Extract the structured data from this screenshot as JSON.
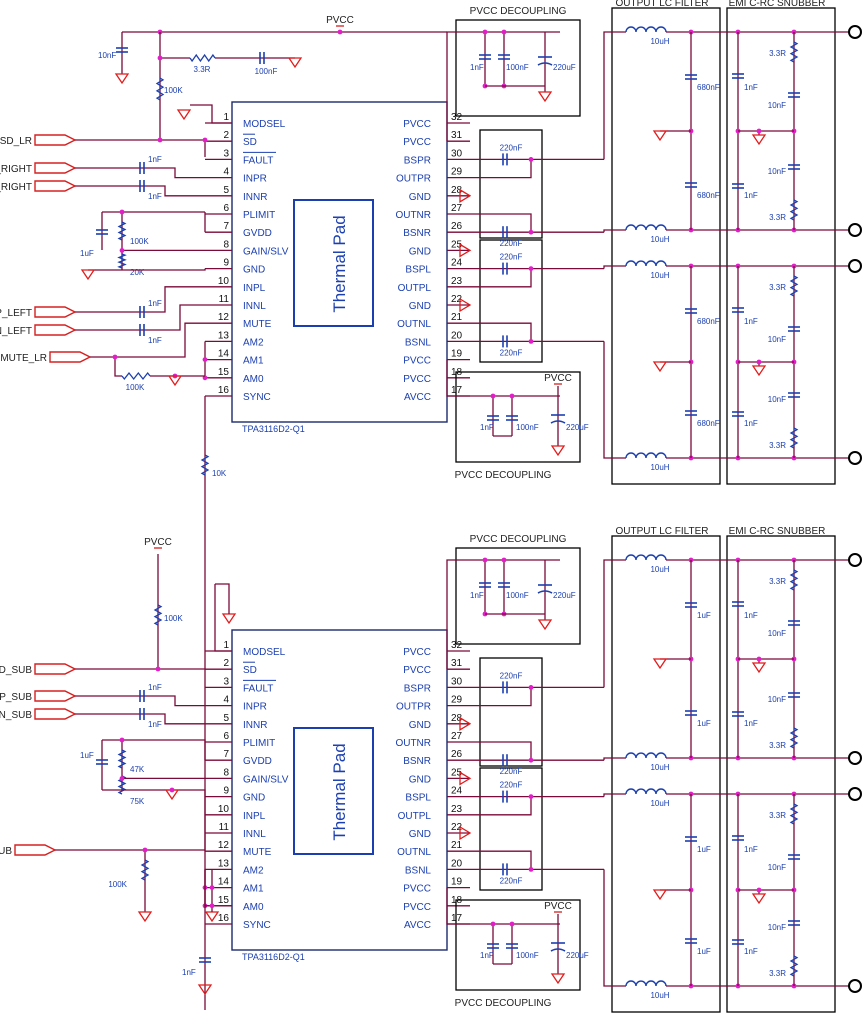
{
  "colors": {
    "wire": "#7a0a3a",
    "component": "#1b3fb0",
    "label_blue": "#1b3fb0",
    "ground": "#e21b1b",
    "connector": "#d62020",
    "junction": "#e21ec8",
    "box": "#000000"
  },
  "chips": [
    {
      "name": "TPA3116D2-Q1",
      "pad_label": "Thermal Pad",
      "left_pins": [
        {
          "num": "1",
          "name": "MODSEL"
        },
        {
          "num": "2",
          "name": "SD"
        },
        {
          "num": "3",
          "name": "FAULT"
        },
        {
          "num": "4",
          "name": "INPR"
        },
        {
          "num": "5",
          "name": "INNR"
        },
        {
          "num": "6",
          "name": "PLIMIT"
        },
        {
          "num": "7",
          "name": "GVDD"
        },
        {
          "num": "8",
          "name": "GAIN/SLV"
        },
        {
          "num": "9",
          "name": "GND"
        },
        {
          "num": "10",
          "name": "INPL"
        },
        {
          "num": "11",
          "name": "INNL"
        },
        {
          "num": "12",
          "name": "MUTE"
        },
        {
          "num": "13",
          "name": "AM2"
        },
        {
          "num": "14",
          "name": "AM1"
        },
        {
          "num": "15",
          "name": "AM0"
        },
        {
          "num": "16",
          "name": "SYNC"
        }
      ],
      "right_pins": [
        {
          "num": "32",
          "name": "PVCC"
        },
        {
          "num": "31",
          "name": "PVCC"
        },
        {
          "num": "30",
          "name": "BSPR"
        },
        {
          "num": "29",
          "name": "OUTPR"
        },
        {
          "num": "28",
          "name": "GND"
        },
        {
          "num": "27",
          "name": "OUTNR"
        },
        {
          "num": "26",
          "name": "BSNR"
        },
        {
          "num": "25",
          "name": "GND"
        },
        {
          "num": "24",
          "name": "BSPL"
        },
        {
          "num": "23",
          "name": "OUTPL"
        },
        {
          "num": "22",
          "name": "GND"
        },
        {
          "num": "21",
          "name": "OUTNL"
        },
        {
          "num": "20",
          "name": "BSNL"
        },
        {
          "num": "19",
          "name": "PVCC"
        },
        {
          "num": "18",
          "name": "PVCC"
        },
        {
          "num": "17",
          "name": "AVCC"
        }
      ],
      "inputs": [
        "SD_LR",
        "IN_P_RIGHT",
        "IN_N_RIGHT",
        "IN_P_LEFT",
        "IN_N_LEFT",
        "MUTE_LR"
      ],
      "resistors": [
        "100K",
        "100K",
        "20K",
        "100K",
        "3.3R"
      ],
      "caps": [
        "10nF",
        "100nF",
        "1nF",
        "1nF",
        "1uF",
        "1nF",
        "1nF"
      ],
      "filter_caps": [
        "680nF",
        "680nF",
        "680nF",
        "680nF"
      ]
    },
    {
      "name": "TPA3116D2-Q1",
      "pad_label": "Thermal Pad",
      "left_pins": [
        {
          "num": "1",
          "name": "MODSEL"
        },
        {
          "num": "2",
          "name": "SD"
        },
        {
          "num": "3",
          "name": "FAULT"
        },
        {
          "num": "4",
          "name": "INPR"
        },
        {
          "num": "5",
          "name": "INNR"
        },
        {
          "num": "6",
          "name": "PLIMIT"
        },
        {
          "num": "7",
          "name": "GVDD"
        },
        {
          "num": "8",
          "name": "GAIN/SLV"
        },
        {
          "num": "9",
          "name": "GND"
        },
        {
          "num": "10",
          "name": "INPL"
        },
        {
          "num": "11",
          "name": "INNL"
        },
        {
          "num": "12",
          "name": "MUTE"
        },
        {
          "num": "13",
          "name": "AM2"
        },
        {
          "num": "14",
          "name": "AM1"
        },
        {
          "num": "15",
          "name": "AM0"
        },
        {
          "num": "16",
          "name": "SYNC"
        }
      ],
      "right_pins": [
        {
          "num": "32",
          "name": "PVCC"
        },
        {
          "num": "31",
          "name": "PVCC"
        },
        {
          "num": "30",
          "name": "BSPR"
        },
        {
          "num": "29",
          "name": "OUTPR"
        },
        {
          "num": "28",
          "name": "GND"
        },
        {
          "num": "27",
          "name": "OUTNR"
        },
        {
          "num": "26",
          "name": "BSNR"
        },
        {
          "num": "25",
          "name": "GND"
        },
        {
          "num": "24",
          "name": "BSPL"
        },
        {
          "num": "23",
          "name": "OUTPL"
        },
        {
          "num": "22",
          "name": "GND"
        },
        {
          "num": "21",
          "name": "OUTNL"
        },
        {
          "num": "20",
          "name": "BSNL"
        },
        {
          "num": "19",
          "name": "PVCC"
        },
        {
          "num": "18",
          "name": "PVCC"
        },
        {
          "num": "17",
          "name": "AVCC"
        }
      ],
      "inputs": [
        "SD_SUB",
        "IN_P_SUB",
        "IN_N_SUB",
        "MUTE_SUB"
      ],
      "resistors": [
        "100K",
        "47K",
        "75K",
        "100K"
      ],
      "caps": [
        "1nF",
        "1nF",
        "1uF",
        "1nF"
      ],
      "filter_caps": [
        "1uF",
        "1uF",
        "1uF",
        "1uF"
      ]
    }
  ],
  "labels": {
    "pvcc": "PVCC",
    "pvcc_decoupling": "PVCC DECOUPLING",
    "output_lc_filter": "OUTPUT LC FILTER",
    "emi_snubber": "EMI C-RC SNUBBER",
    "sync_resistor": "10K",
    "bootstrap_cap": "220nF",
    "inductor": "10uH",
    "snubber_res": "3.3R",
    "snubber_cap_a": "1nF",
    "snubber_cap_b": "10nF",
    "dec_1nf": "1nF",
    "dec_100nf": "100nF",
    "dec_220uf": "220uF",
    "sync_cap": "1nF"
  }
}
